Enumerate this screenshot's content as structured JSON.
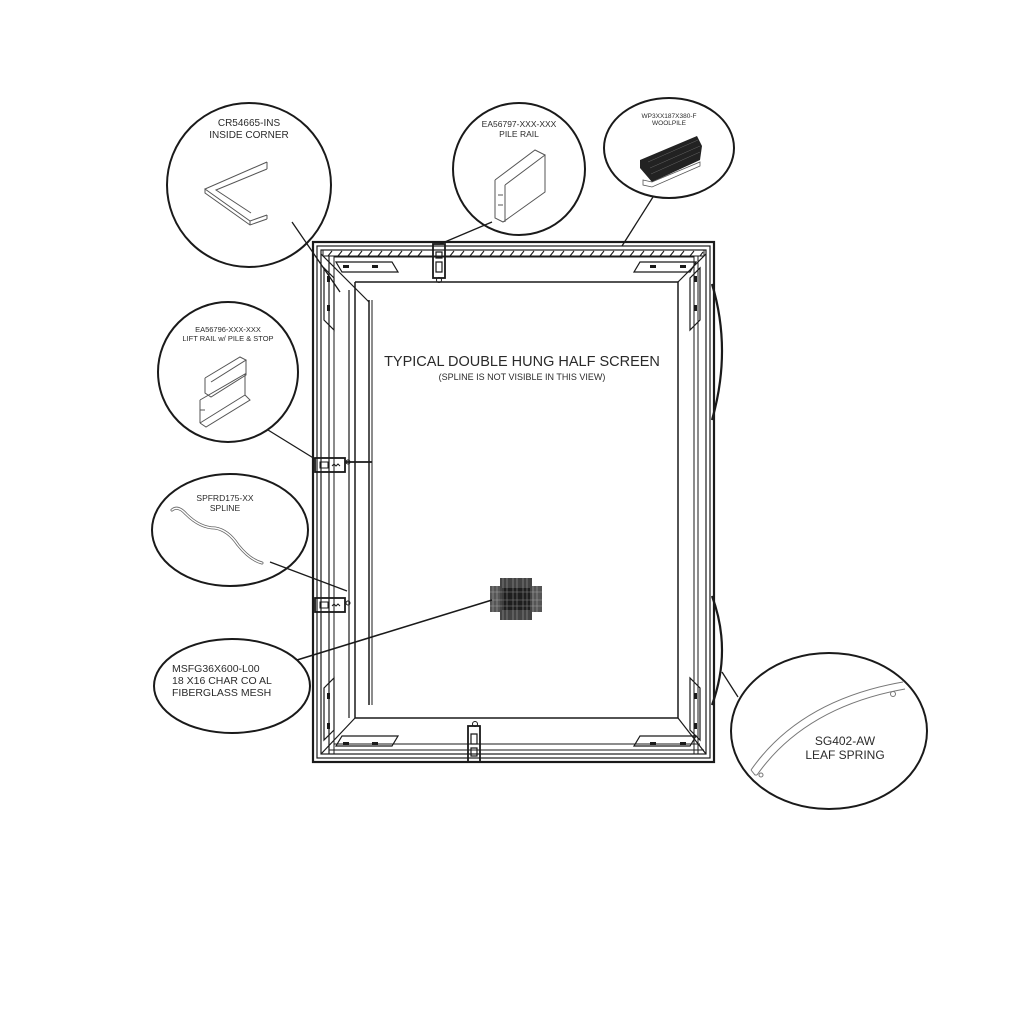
{
  "diagram": {
    "title": "TYPICAL DOUBLE HUNG HALF SCREEN",
    "subtitle": "(SPLINE IS NOT VISIBLE IN THIS VIEW)",
    "callouts": [
      {
        "id": "inside-corner",
        "part_number": "CR54665-INS",
        "description": "INSIDE CORNER"
      },
      {
        "id": "pile-rail",
        "part_number": "EA56797-XXX-XXX",
        "description": "PILE RAIL"
      },
      {
        "id": "woolpile",
        "part_number": "WP3XX187X380-F",
        "description": "WOOLPILE"
      },
      {
        "id": "lift-rail",
        "part_number": "EA56796-XXX-XXX",
        "description": "LIFT RAIL w/ PILE & STOP"
      },
      {
        "id": "spline",
        "part_number": "SPFRD175-XX",
        "description": "SPLINE"
      },
      {
        "id": "mesh",
        "part_number": "MSFG36X600-L00",
        "description": "18 X16 CHAR  CO AL",
        "description2": "FIBERGLASS MESH"
      },
      {
        "id": "leaf-spring",
        "part_number": "SG402-AW",
        "description": "LEAF SPRING"
      }
    ],
    "colors": {
      "line": "#1a1a1a",
      "text": "#2b2b2b",
      "background": "#ffffff",
      "woolpile": "#222222"
    }
  }
}
